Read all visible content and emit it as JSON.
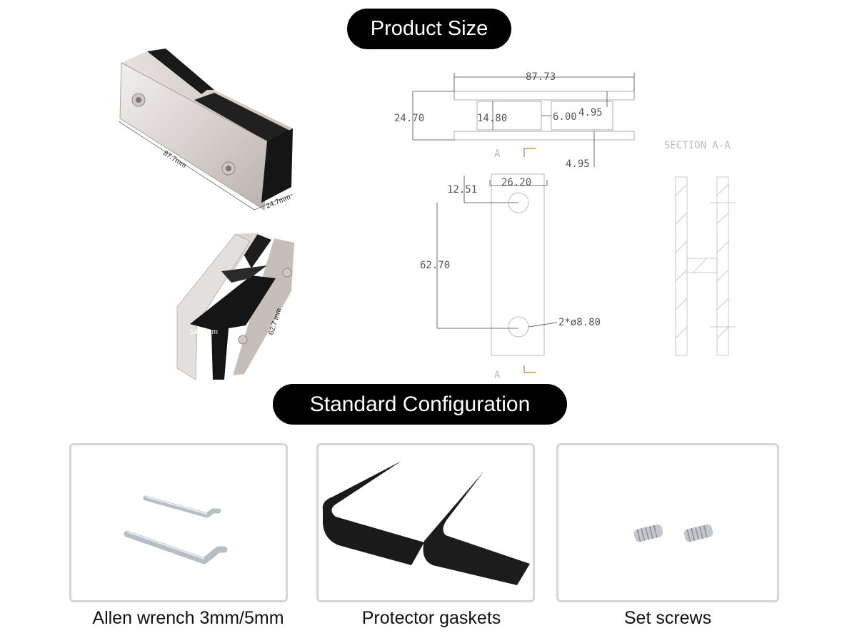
{
  "headings": {
    "product_size": "Product Size",
    "standard_configuration": "Standard Configuration"
  },
  "photos": {
    "length_label": "87.7mm",
    "width_label": "24.7mm",
    "gap_label": "14.8 mm",
    "height_label": "62.7 mm"
  },
  "drawing": {
    "dim_length": "87.73",
    "dim_total_width": "24.70",
    "dim_gap": "14.80",
    "dim_slot": "6.00",
    "dim_wall_top": "4.95",
    "dim_wall_bottom": "4.95",
    "dim_plate_width": "26.20",
    "dim_hole_offset": "12.51",
    "dim_hole_spacing": "62.70",
    "dim_holes": "2*ø8.80",
    "section_marker_top": "A",
    "section_marker_bottom": "A",
    "section_title": "SECTION A-A"
  },
  "config_items": [
    {
      "caption": "Allen wrench 3mm/5mm",
      "icon": "allen-wrench-icon"
    },
    {
      "caption": "Protector gaskets",
      "icon": "gasket-icon"
    },
    {
      "caption": "Set screws",
      "icon": "set-screw-icon"
    }
  ]
}
